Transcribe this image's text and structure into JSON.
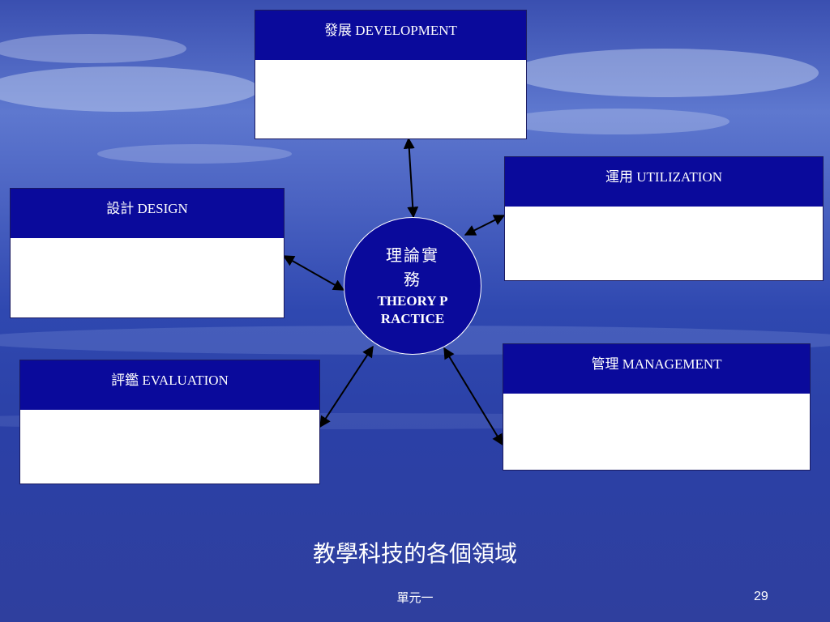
{
  "boxes": {
    "development": "發展 DEVELOPMENT",
    "utilization": "運用 UTILIZATION",
    "design": "設計 DESIGN",
    "evaluation": "評鑑 EVALUATION",
    "management": "管理 MANAGEMENT"
  },
  "center": {
    "zh": "理論實務",
    "en": "THEORY PRACTICE"
  },
  "title": "教學科技的各個領域",
  "footer": {
    "left": "單元一",
    "page": "29"
  },
  "colors": {
    "box_header": "#0a0a9b",
    "box_body": "#ffffff",
    "text_on_dark": "#ffffff"
  }
}
